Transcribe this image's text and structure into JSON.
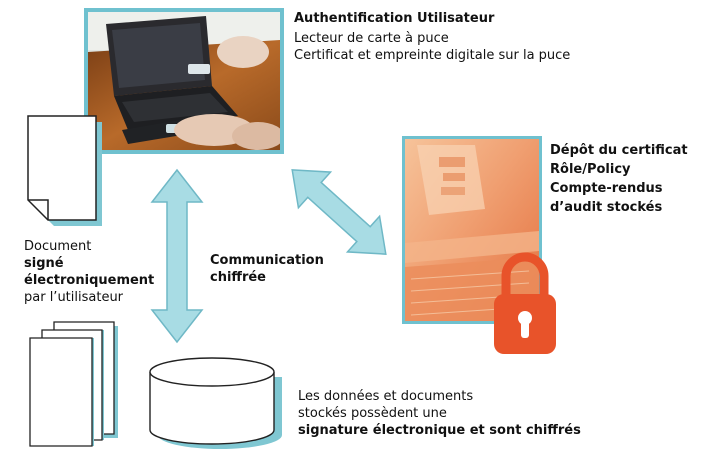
{
  "auth": {
    "title": "Authentification Utilisateur",
    "line1": "Lecteur de carte à puce",
    "line2": "Certificat et empreinte digitale sur la puce"
  },
  "depot": {
    "line1": "Dépôt du certificat",
    "line2": "Rôle/Policy",
    "line3": "Compte-rendus",
    "line4": "d’audit stockés"
  },
  "document": {
    "line1": "Document",
    "line2": "signé",
    "line3": "électroniquement",
    "line4": "par l’utilisateur"
  },
  "communication": {
    "line1": "Communication",
    "line2": "chiffrée"
  },
  "storage": {
    "line1": "Les données et documents",
    "line2": "stockés possèdent une",
    "line3": "signature électronique et sont chiffrés"
  },
  "colors": {
    "arrow_fill": "#a8dce4",
    "arrow_stroke": "#6fb8c6",
    "frame": "#6fc1cf",
    "lock": "#e8532a"
  },
  "icons": [
    "document-icon",
    "document-stack-icon",
    "database-icon",
    "padlock-icon",
    "smart-card-reader-photo"
  ]
}
